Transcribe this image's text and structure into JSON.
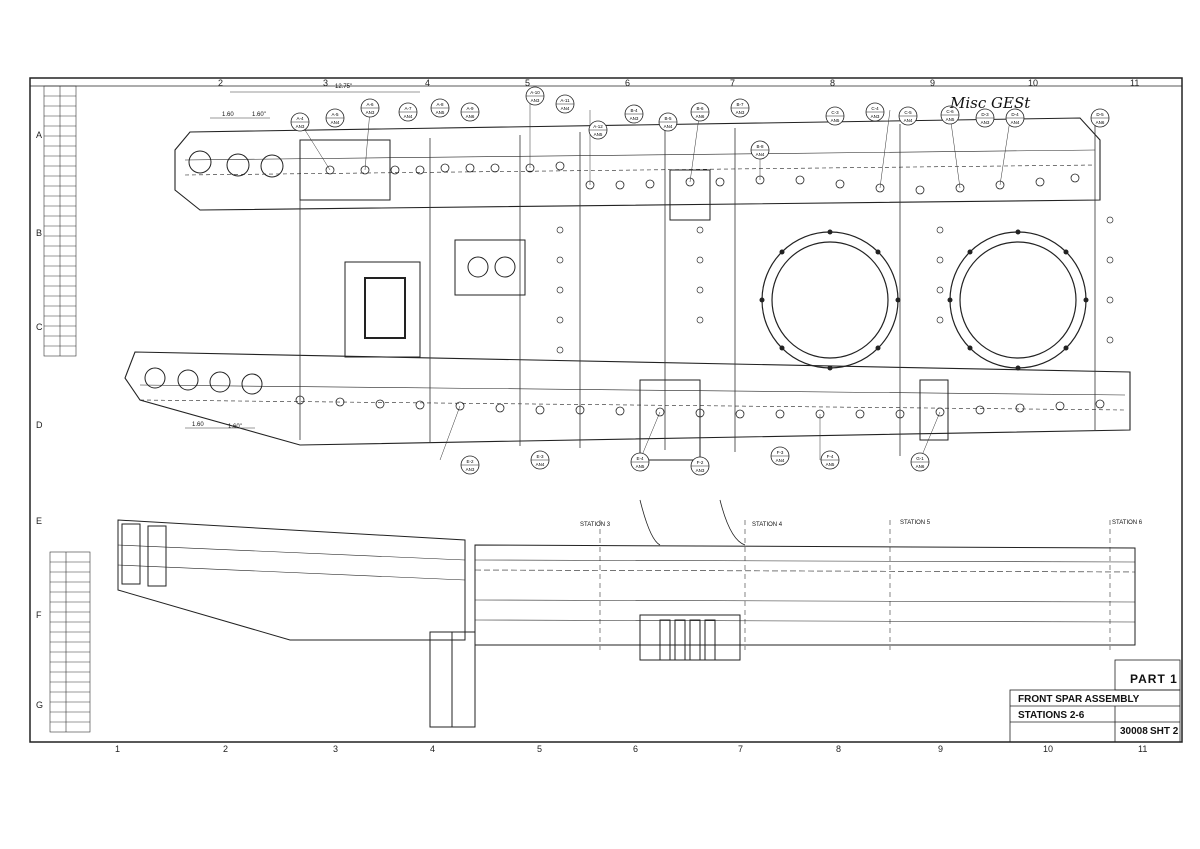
{
  "sheet": {
    "handwritten_note": "Misc GESt",
    "part_label": "PART 1",
    "drawing_title": "FRONT SPAR ASSEMBLY",
    "drawing_subtitle": "STATIONS 2-6",
    "drawing_number": "30008",
    "sheet_number": "SHT 2",
    "dim_top": "12.75\"",
    "dim_a": "1.60",
    "dim_b": "1.60\"",
    "dim_c": "1.60",
    "dim_d": "1.60\"",
    "station_labels": [
      "STATION 3",
      "STATION 4",
      "STATION 5",
      "STATION 6"
    ],
    "column_numbers_top": [
      "2",
      "3",
      "4",
      "5",
      "6",
      "7",
      "8",
      "9",
      "10",
      "11"
    ],
    "column_numbers_bottom": [
      "1",
      "2",
      "3",
      "4",
      "5",
      "6",
      "7",
      "8",
      "9",
      "10",
      "11"
    ],
    "row_letters": [
      "A",
      "B",
      "C",
      "D",
      "E",
      "F",
      "G"
    ],
    "callouts": [
      {
        "top": "A-4",
        "bottom": "AN3"
      },
      {
        "top": "A-5",
        "bottom": "AN4"
      },
      {
        "top": "A-6",
        "bottom": "AN3"
      },
      {
        "top": "A-7",
        "bottom": "AN4"
      },
      {
        "top": "A-8",
        "bottom": "AN5"
      },
      {
        "top": "A-9",
        "bottom": "AN6"
      },
      {
        "top": "A-10",
        "bottom": "AN3"
      },
      {
        "top": "A-11",
        "bottom": "AN4"
      },
      {
        "top": "A-12",
        "bottom": "AN5"
      },
      {
        "top": "B-4",
        "bottom": "AN3"
      },
      {
        "top": "B-5",
        "bottom": "AN4"
      },
      {
        "top": "B-6",
        "bottom": "AN6"
      },
      {
        "top": "B-7",
        "bottom": "AN3"
      },
      {
        "top": "B-8",
        "bottom": "AN4"
      },
      {
        "top": "C-3",
        "bottom": "AN5"
      },
      {
        "top": "C-4",
        "bottom": "AN3"
      },
      {
        "top": "C-5",
        "bottom": "AN4"
      },
      {
        "top": "C-6",
        "bottom": "AN5"
      },
      {
        "top": "D-3",
        "bottom": "AN3"
      },
      {
        "top": "D-4",
        "bottom": "AN4"
      },
      {
        "top": "D-5",
        "bottom": "AN6"
      },
      {
        "top": "E-2",
        "bottom": "AN3"
      },
      {
        "top": "E-3",
        "bottom": "AN4"
      },
      {
        "top": "E-4",
        "bottom": "AN5"
      },
      {
        "top": "F-2",
        "bottom": "AN3"
      },
      {
        "top": "F-3",
        "bottom": "AN4"
      },
      {
        "top": "F-4",
        "bottom": "AN5"
      },
      {
        "top": "G-1",
        "bottom": "AN6"
      }
    ]
  }
}
